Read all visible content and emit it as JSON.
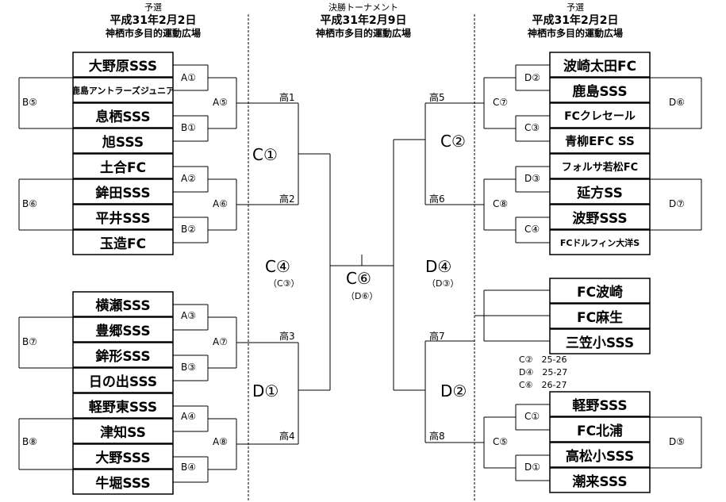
{
  "header": {
    "left": {
      "line1": "予選",
      "line2": "平成31年2月2日",
      "line3": "神栖市多目的運動広場"
    },
    "center": {
      "line1": "決勝トーナメント",
      "line2": "平成31年2月9日",
      "line3": "神栖市多目的運動広場"
    },
    "right": {
      "line1": "予選",
      "line2": "平成31年2月2日",
      "line3": "神栖市多目的運動広場"
    }
  },
  "left_teams": [
    "大野原SSS",
    "鹿島アントラーズジュニア",
    "息栖SSS",
    "旭SSS",
    "土合FC",
    "鉾田SSS",
    "平井SSS",
    "玉造FC",
    "横瀬SSS",
    "豊郷SSS",
    "鉾形SSS",
    "日の出SSS",
    "軽野東SSS",
    "津知SS",
    "大野SSS",
    "牛堀SSS"
  ],
  "right_teams": [
    "波崎太田FC",
    "鹿島SSS",
    "FCクレセール",
    "青柳EFC SS",
    "フォルサ若松FC",
    "延方SS",
    "波野SSS",
    "FCドルフィン大洋S",
    "FC波崎",
    "FC麻生",
    "三笠小SSS",
    "軽野SSS",
    "FC北浦",
    "高松小SSS",
    "潮来SSS"
  ],
  "left_pair_labels": [
    "A①",
    "B①",
    "A②",
    "B②",
    "A③",
    "B③",
    "A④",
    "B④"
  ],
  "left_quad_labels": [
    "A⑤",
    "A⑥",
    "A⑦",
    "A⑧"
  ],
  "left_outer_labels": [
    "B⑤",
    "B⑥",
    "B⑦",
    "B⑧"
  ],
  "right_pair_labels": [
    "D②",
    "C③",
    "D③",
    "C④",
    "C①",
    "D①"
  ],
  "right_quad_labels": [
    "C⑦",
    "C⑧",
    "C⑤"
  ],
  "right_outer_labels": [
    "D⑥",
    "D⑦",
    "D⑤"
  ],
  "final": {
    "ko": [
      "高1",
      "高2",
      "高3",
      "高4",
      "高5",
      "高6",
      "高7",
      "高8"
    ],
    "c1": "C①",
    "d1": "D①",
    "c2": "C②",
    "d2": "D②",
    "c4": "C④",
    "c4_sub": "（C③）",
    "d4": "D④",
    "d4_sub": "（D③）",
    "c6": "C⑥",
    "c6_sub": "（D⑥）"
  },
  "schedule": [
    "C②　25-26",
    "D④　25-27",
    "C⑥　26-27"
  ]
}
